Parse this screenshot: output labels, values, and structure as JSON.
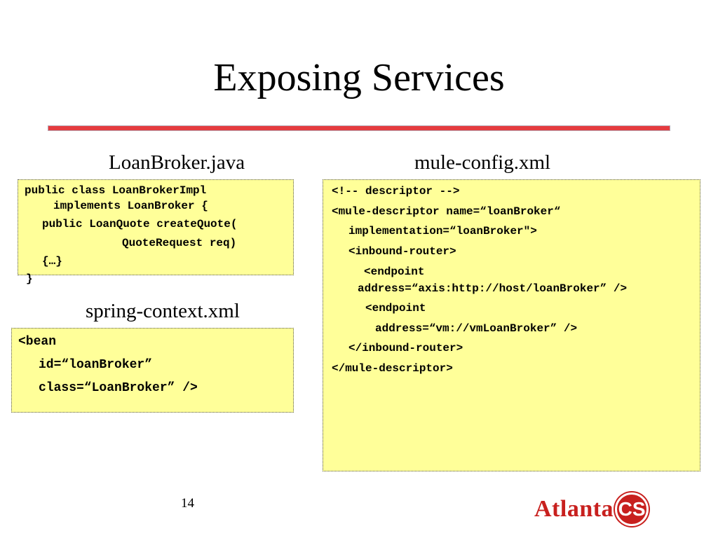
{
  "slide": {
    "title": "Exposing Services",
    "page_number": "14"
  },
  "loanbroker": {
    "label": "LoanBroker.java",
    "lines": [
      "public class LoanBrokerImpl",
      "implements LoanBroker {",
      "public LoanQuote createQuote(",
      "QuoteRequest req)",
      "{…}",
      "}"
    ]
  },
  "spring": {
    "label": "spring-context.xml",
    "lines": [
      "<bean",
      "id=“loanBroker”",
      "class=“LoanBroker” />"
    ]
  },
  "mule": {
    "label": "mule-config.xml",
    "lines": [
      "<!-- descriptor -->",
      "<mule-descriptor name=“loanBroker“",
      "implementation=“loanBroker\">",
      "<inbound-router>",
      "<endpoint",
      "address=“axis:http://host/loanBroker” />",
      "<endpoint",
      "address=“vm://vmLoanBroker” />",
      "</inbound-router>",
      "</mule-descriptor>"
    ]
  },
  "logo": {
    "text": "Atlanta",
    "badge": "CS",
    "color": "#c8201e"
  },
  "colors": {
    "code_background": "#ffff99",
    "rule": "#e53b3f"
  }
}
